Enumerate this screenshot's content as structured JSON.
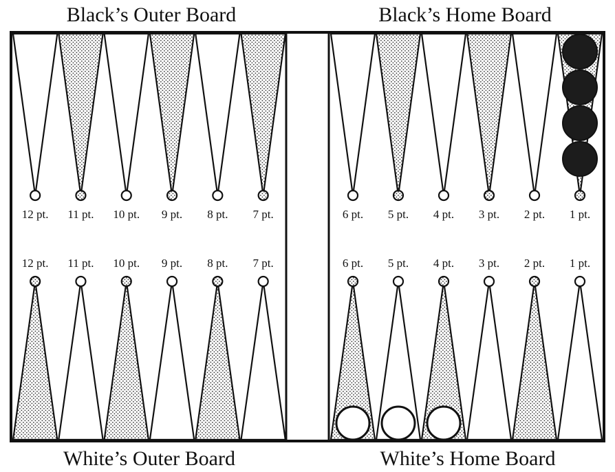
{
  "titles": {
    "top_left": "Black’s Outer Board",
    "top_right": "Black’s Home Board",
    "bottom_left": "White’s Outer Board",
    "bottom_right": "White’s Home Board"
  },
  "top_points": {
    "left": [
      {
        "label": "12 pt.",
        "shade": false
      },
      {
        "label": "11 pt.",
        "shade": true
      },
      {
        "label": "10 pt.",
        "shade": false
      },
      {
        "label": "9 pt.",
        "shade": true
      },
      {
        "label": "8 pt.",
        "shade": false
      },
      {
        "label": "7 pt.",
        "shade": true
      }
    ],
    "right": [
      {
        "label": "6 pt.",
        "shade": false
      },
      {
        "label": "5 pt.",
        "shade": true
      },
      {
        "label": "4 pt.",
        "shade": false
      },
      {
        "label": "3 pt.",
        "shade": true
      },
      {
        "label": "2 pt.",
        "shade": false
      },
      {
        "label": "1 pt.",
        "shade": true
      }
    ]
  },
  "bottom_points": {
    "left": [
      {
        "label": "12 pt.",
        "shade": true
      },
      {
        "label": "11 pt.",
        "shade": false
      },
      {
        "label": "10 pt.",
        "shade": true
      },
      {
        "label": "9 pt.",
        "shade": false
      },
      {
        "label": "8 pt.",
        "shade": true
      },
      {
        "label": "7 pt.",
        "shade": false
      }
    ],
    "right": [
      {
        "label": "6 pt.",
        "shade": true
      },
      {
        "label": "5 pt.",
        "shade": false
      },
      {
        "label": "4 pt.",
        "shade": true
      },
      {
        "label": "3 pt.",
        "shade": false
      },
      {
        "label": "2 pt.",
        "shade": true
      },
      {
        "label": "1 pt.",
        "shade": false
      }
    ]
  },
  "checkers": {
    "black": [
      {
        "point": "1 pt.",
        "count": 4
      }
    ],
    "white": [
      {
        "point": "6 pt.",
        "count": 1
      },
      {
        "point": "5 pt.",
        "count": 1
      },
      {
        "point": "4 pt.",
        "count": 1
      }
    ]
  },
  "colors": {
    "ink": "#111111",
    "board": "#ffffff",
    "shade_dot": "#333333",
    "black_checker": "#1c1c1c",
    "white_checker": "#ffffff"
  }
}
